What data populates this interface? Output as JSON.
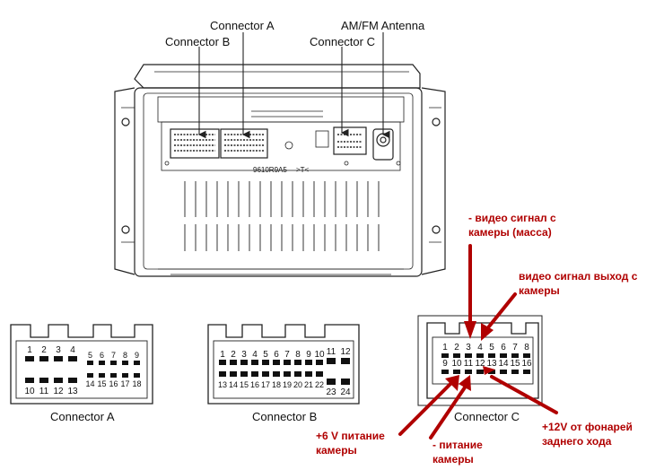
{
  "top_labels": {
    "connector_a": "Connector A",
    "connector_b": "Connector B",
    "am_fm_antenna": "AM/FM Antenna",
    "connector_c": "Connector C"
  },
  "device_markings": {
    "code": "9610R9A5",
    "symbol": ">T<"
  },
  "bottom_labels": {
    "connector_a": "Connector A",
    "connector_b": "Connector B",
    "connector_c": "Connector C"
  },
  "pins": {
    "a_top": [
      "1",
      "2",
      "3",
      "4"
    ],
    "a_top_small": [
      "5",
      "6",
      "7",
      "8",
      "9"
    ],
    "a_bot": [
      "10",
      "11",
      "12",
      "13"
    ],
    "a_bot_small": [
      "14",
      "15",
      "16",
      "17",
      "18"
    ],
    "b_top": [
      "1",
      "2",
      "3",
      "4",
      "5",
      "6",
      "7",
      "8",
      "9",
      "10"
    ],
    "b_bot": [
      "13",
      "14",
      "15",
      "16",
      "17",
      "18",
      "19",
      "20",
      "21",
      "22"
    ],
    "b_right_top": [
      "11",
      "12"
    ],
    "b_right_bot": [
      "23",
      "24"
    ],
    "c_top": [
      "1",
      "2",
      "3",
      "4",
      "5",
      "6",
      "7",
      "8"
    ],
    "c_bot": [
      "9",
      "10",
      "11",
      "12",
      "13",
      "14",
      "15",
      "16"
    ]
  },
  "annotations": {
    "video_ground_1": "- видео сигнал с",
    "video_ground_2": "камеры (масса)",
    "video_out_1": "видео сигнал выход с",
    "video_out_2": "камеры",
    "plus6_1": "+6 V питание",
    "plus6_2": "камеры",
    "minus_1": "- питание",
    "minus_2": "камеры",
    "plus12_1": "+12V от фонарей",
    "plus12_2": "заднего хода"
  },
  "colors": {
    "line": "#222222",
    "annotation": "#b00000"
  }
}
